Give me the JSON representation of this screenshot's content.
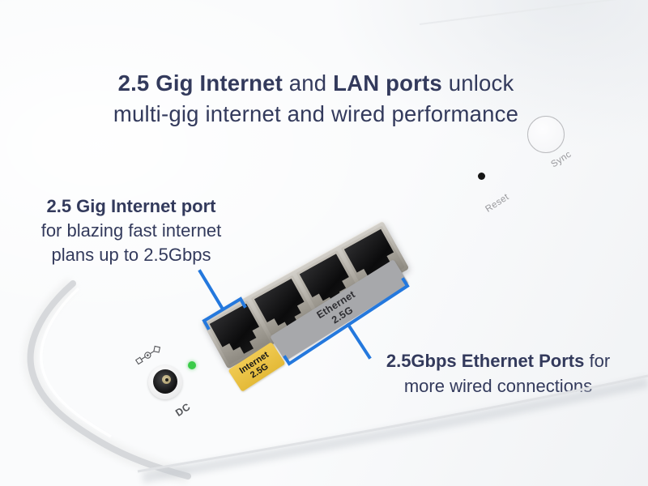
{
  "headline": {
    "line1": {
      "bold1": "2.5 Gig Internet",
      "mid": " and ",
      "bold2": "LAN ports",
      "end": " unlock"
    },
    "line2": "multi-gig internet and wired performance"
  },
  "callouts": {
    "internet": {
      "title": "2.5 Gig Internet port",
      "line2": "for blazing fast internet",
      "line3": "plans up to 2.5Gbps"
    },
    "ethernet": {
      "bold": "2.5Gbps Ethernet Ports",
      "suffix": " for",
      "line2": "more wired connections"
    }
  },
  "stickers": {
    "internet": {
      "line1": "Internet",
      "line2": "2.5G"
    },
    "ethernet": {
      "line1": "Ethernet",
      "line2": "2.5G"
    }
  },
  "panel": {
    "sync": "Sync",
    "reset": "Reset",
    "dc": "DC",
    "port_count": 4
  },
  "colors": {
    "headline_navy": "#333a5c",
    "callout_blue": "#2478dd",
    "sticker_yellow": "#eac23f",
    "sticker_gray": "#a7a8ab",
    "led_green": "#3bcb49"
  }
}
